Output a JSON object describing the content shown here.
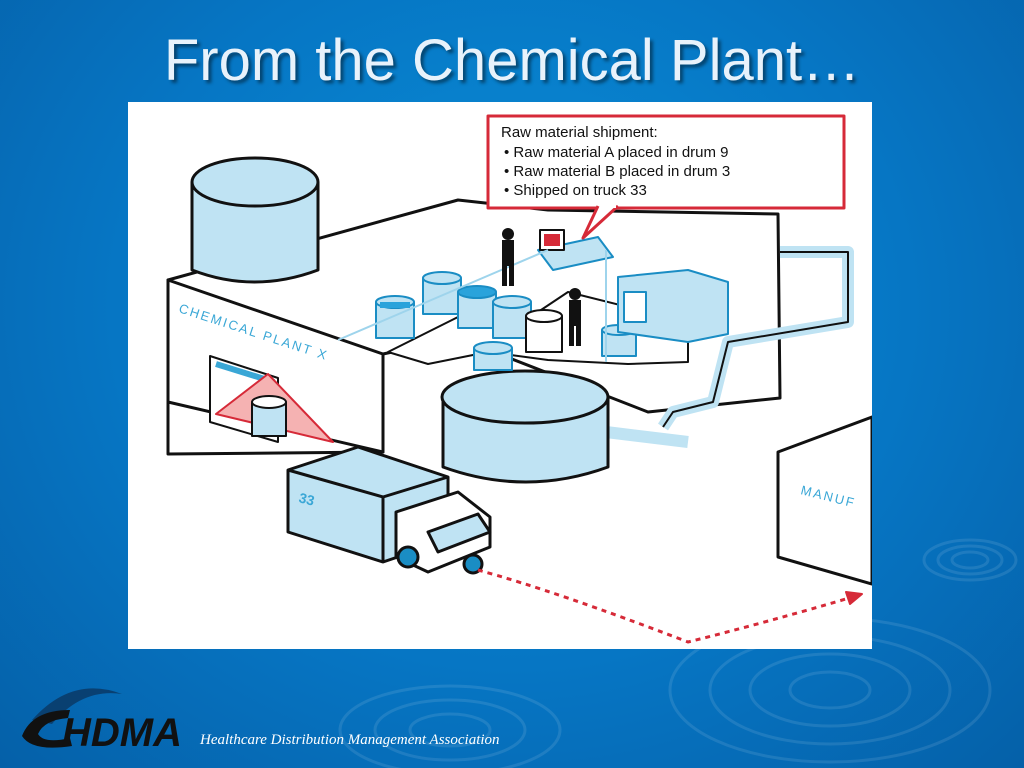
{
  "slide": {
    "title": "From the Chemical Plant…"
  },
  "diagram": {
    "callout": {
      "heading": "Raw material shipment:",
      "items": [
        "• Raw material A placed in drum 9",
        "• Raw material B placed in drum 3",
        "• Shipped on truck 33"
      ]
    },
    "building_label": "CHEMICAL PLANT X",
    "truck_number": "33",
    "next_building_label": "MANUF"
  },
  "footer": {
    "logo_text": "HDMA",
    "tagline": "Healthcare Distribution Management Association"
  },
  "colors": {
    "background": "#0676c4",
    "diagram_accent_red": "#d62a38",
    "diagram_fill_blue": "#bfe3f3",
    "diagram_line": "#111111"
  }
}
